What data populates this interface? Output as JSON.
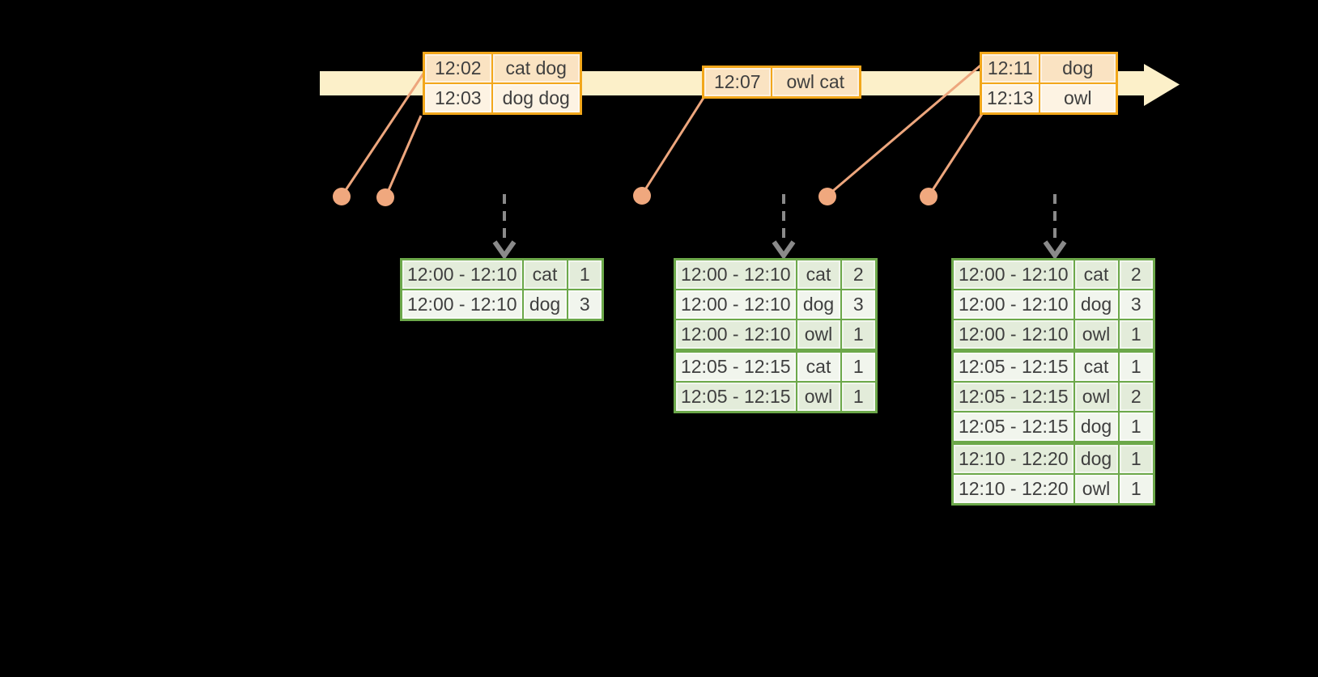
{
  "colors": {
    "background": "#000000",
    "band": "#FCF0C9",
    "event_border": "#F2A71B",
    "event_row_dark": "#FAE3C2",
    "event_row_light": "#FDF3E3",
    "connector": "#EDA67D",
    "dot": "#F0A87E",
    "trigger": "#8A8A8A",
    "result_border": "#6CA84A",
    "result_row_dark": "#E3ECDA",
    "result_row_light": "#F1F5ED",
    "text": "#3F3F3F"
  },
  "event_tables": [
    {
      "rows": [
        {
          "time": "12:02",
          "words": "cat dog"
        },
        {
          "time": "12:03",
          "words": "dog dog"
        }
      ]
    },
    {
      "rows": [
        {
          "time": "12:07",
          "words": "owl cat"
        }
      ]
    },
    {
      "rows": [
        {
          "time": "12:11",
          "words": "dog"
        },
        {
          "time": "12:13",
          "words": "owl"
        }
      ]
    }
  ],
  "result_tables": [
    {
      "rows": [
        {
          "window": "12:00 - 12:10",
          "word": "cat",
          "count": 1
        },
        {
          "window": "12:00 - 12:10",
          "word": "dog",
          "count": 3
        }
      ]
    },
    {
      "rows": [
        {
          "window": "12:00 - 12:10",
          "word": "cat",
          "count": 2
        },
        {
          "window": "12:00 - 12:10",
          "word": "dog",
          "count": 3
        },
        {
          "window": "12:00 - 12:10",
          "word": "owl",
          "count": 1
        },
        {
          "window": "12:05 - 12:15",
          "word": "cat",
          "count": 1
        },
        {
          "window": "12:05 - 12:15",
          "word": "owl",
          "count": 1
        }
      ]
    },
    {
      "rows": [
        {
          "window": "12:00 - 12:10",
          "word": "cat",
          "count": 2
        },
        {
          "window": "12:00 - 12:10",
          "word": "dog",
          "count": 3
        },
        {
          "window": "12:00 - 12:10",
          "word": "owl",
          "count": 1
        },
        {
          "window": "12:05 - 12:15",
          "word": "cat",
          "count": 1
        },
        {
          "window": "12:05 - 12:15",
          "word": "owl",
          "count": 2
        },
        {
          "window": "12:05 - 12:15",
          "word": "dog",
          "count": 1
        },
        {
          "window": "12:10 - 12:20",
          "word": "dog",
          "count": 1
        },
        {
          "window": "12:10 - 12:20",
          "word": "owl",
          "count": 1
        }
      ]
    }
  ]
}
